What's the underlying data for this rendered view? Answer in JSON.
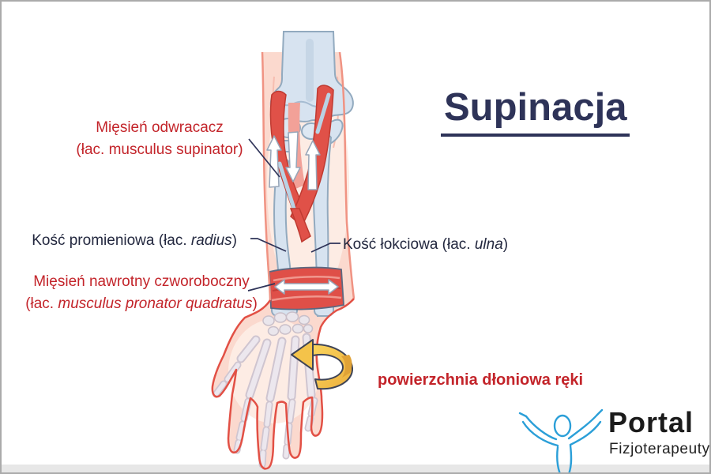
{
  "title": {
    "text": "Supinacja"
  },
  "labels": {
    "supinator": {
      "line1": "Mięsień odwracacz",
      "line2": "(łac. musculus supinator)"
    },
    "radius": {
      "prefix": "Kość promieniowa (łac. ",
      "latin": "radius",
      "suffix": ")"
    },
    "ulna": {
      "prefix": "Kość łokciowa (łac. ",
      "latin": "ulna",
      "suffix": ")"
    },
    "pronator": {
      "line1": "Mięsień nawrotny czworoboczny",
      "line2_prefix": "(łac. ",
      "line2_latin": "musculus pronator quadratus",
      "line2_suffix": ")"
    },
    "palmar_surface": {
      "text": "powierzchnia dłoniowa ręki"
    }
  },
  "logo": {
    "brand": "Portal",
    "subtitle": "Fizjoterapeuty",
    "figure_icon": "person-arms-raised-icon"
  },
  "icons": {
    "rotation_arrow": "rotation-ribbon-arrow-icon",
    "muscle_arrows": "muscle-direction-arrow-icon"
  },
  "colors": {
    "label_red": "#c3242a",
    "title_navy": "#2e3358",
    "text_dark": "#23283f",
    "muscle_red": "#e05148",
    "bone_blue": "#d7e3f0",
    "skin_pink": "#fbd9ce",
    "skin_outline": "#ef9181",
    "hand_outline": "#e25045",
    "ribbon_gold": "#f4c34a",
    "logo_blue": "#2b9fd8"
  }
}
